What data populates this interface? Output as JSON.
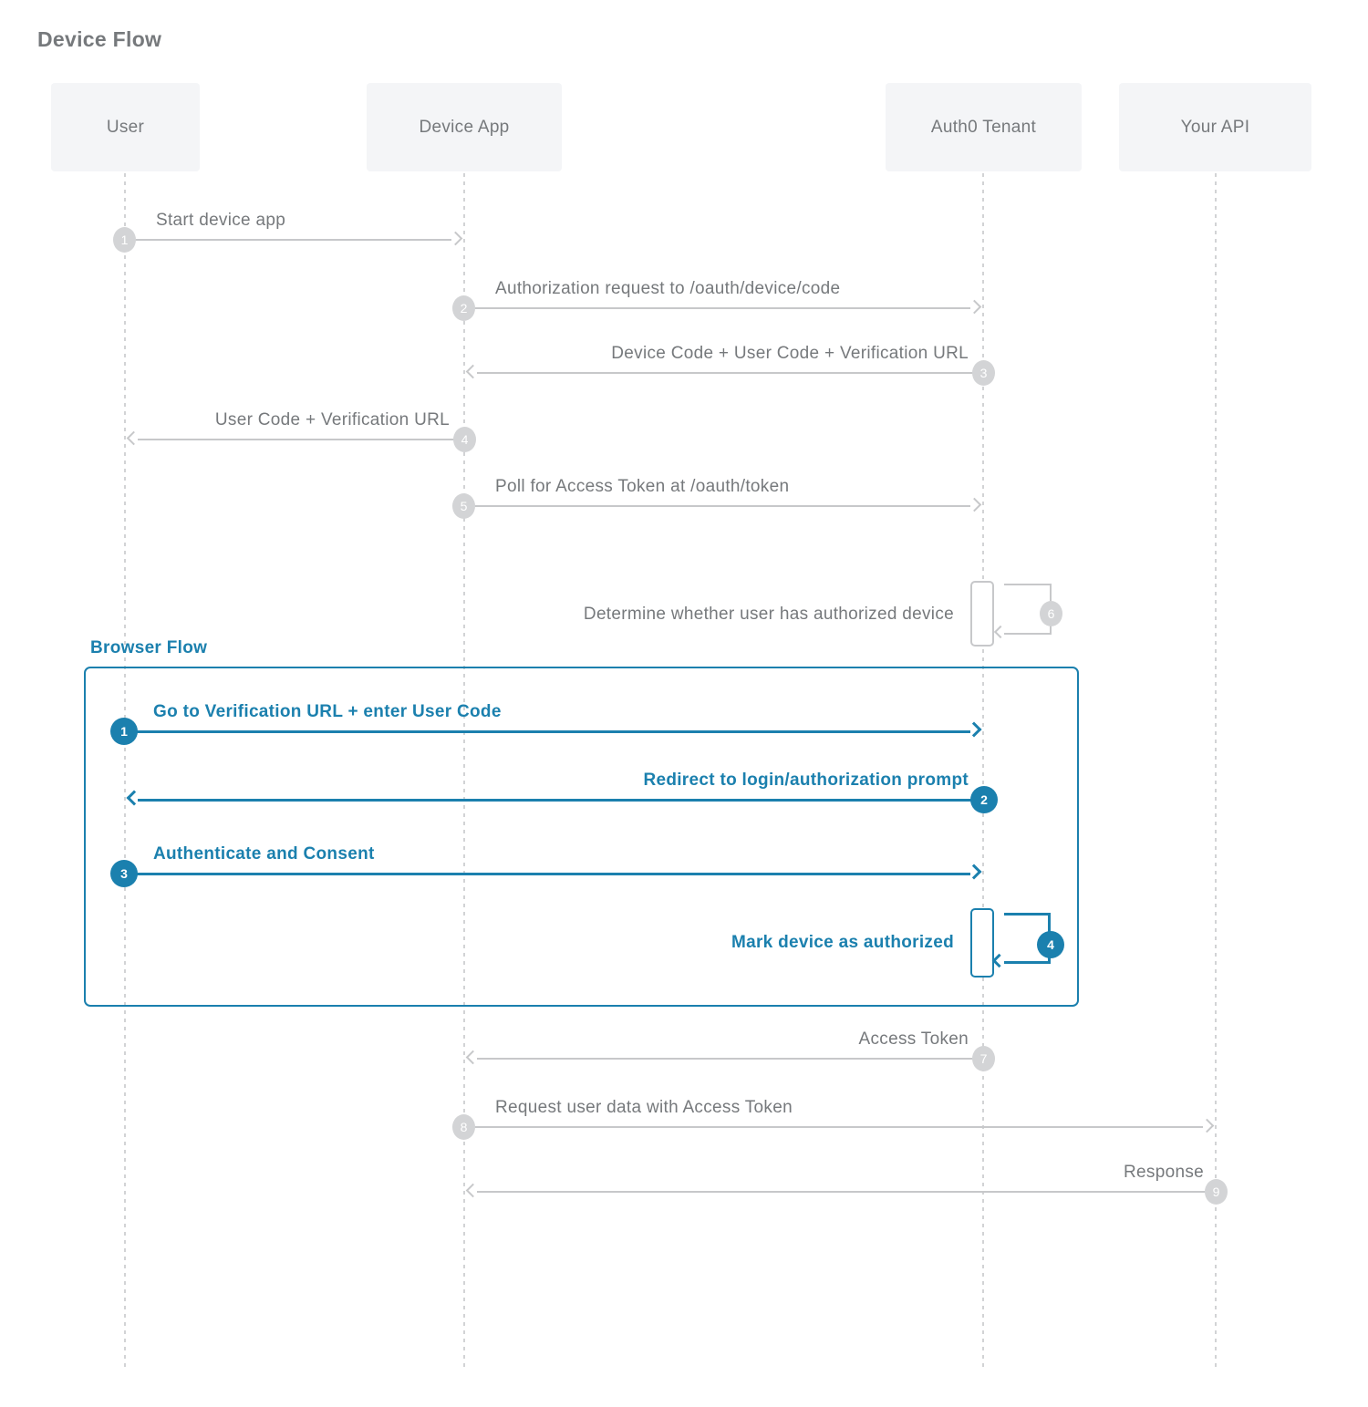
{
  "title": "Device Flow",
  "colors": {
    "accent_blue": "#1b80ae",
    "gray_line": "#c7c8ca",
    "gray_circle": "#d3d4d6",
    "gray_text": "#76797c",
    "actor_bg": "#f4f5f7",
    "lifeline": "#d2d3d5"
  },
  "actors": [
    {
      "label": "User"
    },
    {
      "label": "Device App"
    },
    {
      "label": "Auth0 Tenant"
    },
    {
      "label": "Your API"
    }
  ],
  "browser_flow": {
    "label": "Browser Flow"
  },
  "messages": [
    {
      "num": "1",
      "label": "Start device app",
      "from": "User",
      "to": "Device App",
      "flow": "device"
    },
    {
      "num": "2",
      "label": "Authorization request to /oauth/device/code",
      "from": "Device App",
      "to": "Auth0 Tenant",
      "flow": "device"
    },
    {
      "num": "3",
      "label": "Device Code + User Code + Verification URL",
      "from": "Auth0 Tenant",
      "to": "Device App",
      "flow": "device"
    },
    {
      "num": "4",
      "label": "User Code + Verification URL",
      "from": "Device App",
      "to": "User",
      "flow": "device"
    },
    {
      "num": "5",
      "label": "Poll for Access Token at /oauth/token",
      "from": "Device App",
      "to": "Auth0 Tenant",
      "flow": "device"
    },
    {
      "num": "6",
      "label": "Determine whether user has authorized device",
      "from": "Auth0 Tenant",
      "to": "Auth0 Tenant",
      "flow": "device",
      "self": true
    },
    {
      "num": "1",
      "label": "Go to Verification URL + enter User Code",
      "from": "User",
      "to": "Auth0 Tenant",
      "flow": "browser"
    },
    {
      "num": "2",
      "label": "Redirect to login/authorization prompt",
      "from": "Auth0 Tenant",
      "to": "User",
      "flow": "browser"
    },
    {
      "num": "3",
      "label": "Authenticate and Consent",
      "from": "User",
      "to": "Auth0 Tenant",
      "flow": "browser"
    },
    {
      "num": "4",
      "label": "Mark device as authorized",
      "from": "Auth0 Tenant",
      "to": "Auth0 Tenant",
      "flow": "browser",
      "self": true
    },
    {
      "num": "7",
      "label": "Access Token",
      "from": "Auth0 Tenant",
      "to": "Device App",
      "flow": "device"
    },
    {
      "num": "8",
      "label": "Request user data with Access Token",
      "from": "Device App",
      "to": "Your API",
      "flow": "device"
    },
    {
      "num": "9",
      "label": "Response",
      "from": "Your API",
      "to": "Device App",
      "flow": "device"
    }
  ]
}
